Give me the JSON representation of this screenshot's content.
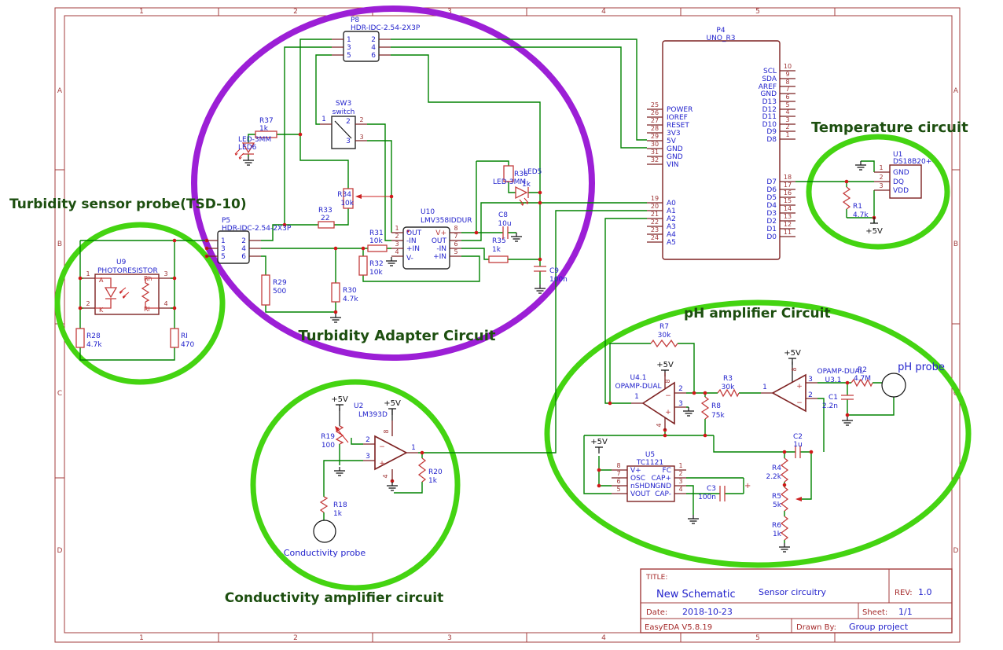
{
  "frame": {
    "cols": [
      "1",
      "2",
      "3",
      "4",
      "5"
    ],
    "rows": [
      "A",
      "B",
      "C",
      "D"
    ]
  },
  "sections": {
    "probe": "Turbidity sensor probe(TSD-10)",
    "adapter": "Turbidity Adapter Circuit",
    "temp": "Temperature circuit",
    "ph": "pH amplifier Circuit",
    "cond": "Conductivity amplifier circuit"
  },
  "misc": {
    "v5": "+5V",
    "ph_probe": "pH probe",
    "cond_probe": "Conductivity probe",
    "plus": "+"
  },
  "tb": {
    "title_label": "TITLE:",
    "title": "New Schematic",
    "subtitle": "Sensor circuitry",
    "rev_label": "REV:",
    "rev": "1.0",
    "date_label": "Date:",
    "date": "2018-10-23",
    "sheet_label": "Sheet:",
    "sheet": "1/1",
    "tool": "EasyEDA V5.8.19",
    "drawn_label": "Drawn By:",
    "drawn": "Group project"
  },
  "p4": {
    "ref": "P4",
    "val": "UNO_R3",
    "lu": [
      [
        "25",
        "POWER"
      ],
      [
        "26",
        "IOREF"
      ],
      [
        "27",
        "RESET"
      ],
      [
        "28",
        "3V3"
      ],
      [
        "29",
        "5V"
      ],
      [
        "30",
        "GND"
      ],
      [
        "31",
        "GND"
      ],
      [
        "32",
        "VIN"
      ]
    ],
    "ll": [
      [
        "19",
        "A0"
      ],
      [
        "20",
        "A1"
      ],
      [
        "21",
        "A2"
      ],
      [
        "22",
        "A3"
      ],
      [
        "23",
        "A4"
      ],
      [
        "24",
        "A5"
      ]
    ],
    "ru": [
      [
        "10",
        "SCL"
      ],
      [
        "9",
        "SDA"
      ],
      [
        "8",
        "AREF"
      ],
      [
        "7",
        "GND"
      ],
      [
        "6",
        "D13"
      ],
      [
        "5",
        "D12"
      ],
      [
        "4",
        "D11"
      ],
      [
        "3",
        "D10"
      ],
      [
        "2",
        "D9"
      ],
      [
        "1",
        "D8"
      ]
    ],
    "rl": [
      [
        "18",
        "D7"
      ],
      [
        "17",
        "D6"
      ],
      [
        "16",
        "D5"
      ],
      [
        "15",
        "D4"
      ],
      [
        "14",
        "D3"
      ],
      [
        "13",
        "D2"
      ],
      [
        "12",
        "D1"
      ],
      [
        "11",
        "D0"
      ]
    ]
  },
  "p8": {
    "ref": "P8",
    "val": "HDR-IDC-2.54-2X3P",
    "n": [
      "1",
      "2",
      "3",
      "4",
      "5",
      "6"
    ]
  },
  "p5": {
    "ref": "P5",
    "val": "HDR-IDC-2.54-2X3P",
    "n": [
      "1",
      "2",
      "3",
      "4",
      "5",
      "6"
    ]
  },
  "sw3": {
    "ref": "SW3",
    "val": "switch",
    "n1": "1",
    "n2": "2",
    "n3": "3"
  },
  "u10": {
    "ref": "U10",
    "val": "LMV358IDDUR",
    "ln": [
      "1",
      "2",
      "3",
      "4"
    ],
    "lt": [
      "OUT",
      "-IN",
      "+IN",
      "V-"
    ],
    "rn": [
      "8",
      "7",
      "6",
      "5"
    ],
    "rt": [
      "V+",
      "OUT",
      "-IN",
      "+IN"
    ]
  },
  "u9": {
    "ref": "U9",
    "val": "PHOTORESISTOR",
    "n": [
      "1",
      "2",
      "3",
      "4"
    ],
    "t": [
      "A",
      "K",
      "Rh",
      "Rl"
    ]
  },
  "u1": {
    "ref": "U1",
    "val": "DS18B20+",
    "n": [
      "1",
      "2",
      "3"
    ],
    "t": [
      "GND",
      "DQ",
      "VDD"
    ]
  },
  "u5": {
    "ref": "U5",
    "val": "TC1121",
    "ln": [
      "8",
      "7",
      "6",
      "5"
    ],
    "lt": [
      "V+",
      "OSC",
      "nSHDN",
      "VOUT"
    ],
    "rn": [
      "1",
      "2",
      "3",
      "4"
    ],
    "rt": [
      "FC",
      "CAP+",
      "GND",
      "CAP-"
    ]
  },
  "u2": {
    "ref": "U2",
    "val": "LM393D",
    "n1": "1",
    "n2": "2",
    "n3": "3",
    "n4": "4",
    "n8": "8",
    "minus": "−",
    "plus": "+"
  },
  "u41": {
    "ref": "U4.1",
    "val": "OPAMP-DUAL",
    "n1": "1",
    "n2": "2",
    "n3": "3",
    "n4": "4",
    "n8": "8",
    "minus": "−",
    "plus": "+"
  },
  "u31": {
    "ref": "U3.1",
    "val": "OPAMP-DUAL",
    "n1": "1",
    "n2": "2",
    "n3": "3",
    "n8": "8",
    "minus": "−",
    "plus": "+"
  },
  "parts": {
    "r37": [
      "R37",
      "1k"
    ],
    "led6": [
      "LED6",
      "LED-3MM"
    ],
    "r33": [
      "R33",
      "22"
    ],
    "r34": [
      "R34",
      "10k"
    ],
    "r31": [
      "R31",
      "10k"
    ],
    "r32": [
      "R32",
      "10k"
    ],
    "r29": [
      "R29",
      "500"
    ],
    "r30": [
      "R30",
      "4.7k"
    ],
    "r28": [
      "R28",
      "4.7k"
    ],
    "ri": [
      "RI",
      "470"
    ],
    "r35": [
      "R35",
      "1k"
    ],
    "r36": [
      "R36",
      "1k"
    ],
    "led5": [
      "LED5",
      "LED-3MM"
    ],
    "c8": [
      "C8",
      "10u"
    ],
    "c9": [
      "C9",
      "100n"
    ],
    "r1": [
      "R1",
      "4.7k"
    ],
    "r7": [
      "R7",
      "30k"
    ],
    "r3": [
      "R3",
      "30k"
    ],
    "r8": [
      "R8",
      "75k"
    ],
    "r2": [
      "R2",
      "4.7M"
    ],
    "c1": [
      "C1",
      "2.2n"
    ],
    "c2": [
      "C2",
      "1u"
    ],
    "r4": [
      "R4",
      "2.2k"
    ],
    "r5": [
      "R5",
      "5k"
    ],
    "r6": [
      "R6",
      "1k"
    ],
    "c3": [
      "C3",
      "100n"
    ],
    "r19": [
      "R19",
      "100"
    ],
    "r18": [
      "R18",
      "1k"
    ],
    "r20": [
      "R20",
      "1k"
    ]
  }
}
